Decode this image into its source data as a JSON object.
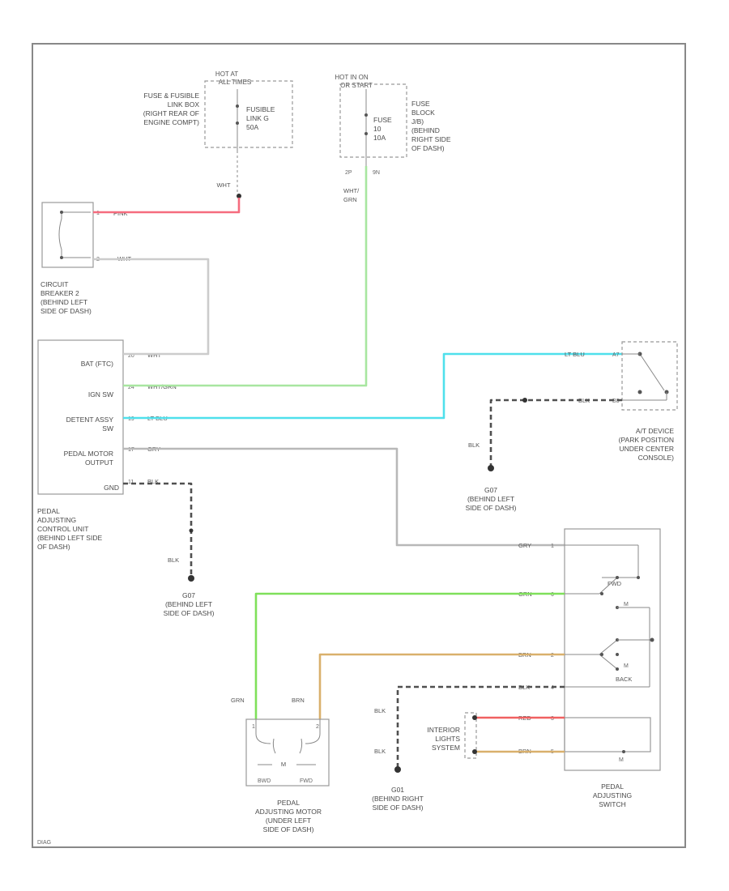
{
  "colors": {
    "pink": "#f56c7e",
    "white": "#c8c8c8",
    "wht_grn": "#a8e6a0",
    "lt_blu": "#4fe0ec",
    "gry": "#b0b0b0",
    "blk": "#505050",
    "grn": "#7fe05a",
    "brn": "#d9b06c",
    "red": "#f06060"
  },
  "labels": {
    "hot_at_top": "HOT AT",
    "hot_at_sub": "ALL TIMES",
    "fuse_link_box": [
      "FUSE & FUSIBLE",
      "LINK BOX",
      "(RIGHT REAR OF",
      "ENGINE COMPT)"
    ],
    "fusible_link": [
      "FUSIBLE",
      "LINK G",
      "50A"
    ],
    "hot_in_on_top": "HOT IN ON",
    "hot_in_on_sub": "OR START",
    "fuse_block": [
      "FUSE",
      "BLOCK",
      "J/B)",
      "(BEHIND",
      "RIGHT SIDE",
      "OF DASH)"
    ],
    "fuse_10a": [
      "FUSE",
      "10",
      "10A"
    ],
    "pin_2p": "2P",
    "pin_9n": "9N",
    "wht_grn_vert": [
      "WHT/",
      "GRN"
    ],
    "wht_top": "WHT",
    "pink": "PINK",
    "wht_cb": "WHT",
    "circuit_breaker": [
      "CIRCUIT",
      "BREAKER 2",
      "(BEHIND LEFT",
      "SIDE OF DASH)"
    ],
    "cb_pin1": "1",
    "cb_pin2": "2",
    "control_unit_rows": [
      "BAT (FTC)",
      "IGN SW",
      "DETENT ASSY",
      "SW",
      "PEDAL MOTOR",
      "OUTPUT",
      "GND"
    ],
    "cu_pins": [
      "20",
      "24",
      "19",
      "17",
      "11"
    ],
    "cu_wires": [
      "WHT",
      "WHT/GRN",
      "LT BLU",
      "GRY",
      "BLK"
    ],
    "control_unit": [
      "PEDAL",
      "ADJUSTING",
      "CONTROL UNIT",
      "(BEHIND LEFT SIDE",
      "OF DASH)"
    ],
    "blk_left": "BLK",
    "g07_left": [
      "G07",
      "(BEHIND LEFT",
      "SIDE OF DASH)"
    ],
    "lt_blu_right": "LT BLU",
    "blk_right": "BLK",
    "at_pin_a": "A7",
    "at_pin_b": "B8",
    "at_device": [
      "A/T DEVICE",
      "(PARK POSITION",
      "UNDER CENTER",
      "CONSOLE)"
    ],
    "blk_mid": "BLK",
    "g07_mid": [
      "G07",
      "(BEHIND LEFT",
      "SIDE OF DASH)"
    ],
    "gry_sw": "GRY",
    "grn_sw": "GRN",
    "brn_sw": "BRN",
    "blk_sw": "BLK",
    "red_sw": "RED",
    "brn2_sw": "BRN",
    "sw_pins": [
      "1",
      "6",
      "2",
      "4",
      "3",
      "5"
    ],
    "fwd": "FWD",
    "back": "BACK",
    "sw_m": "M",
    "pedal_switch": [
      "PEDAL",
      "ADJUSTING",
      "SWITCH"
    ],
    "interior_lights": [
      "INTERIOR",
      "LIGHTS",
      "SYSTEM"
    ],
    "blk_lower1": "BLK",
    "blk_lower2": "BLK",
    "g_right": [
      "G01",
      "(BEHIND RIGHT",
      "SIDE OF DASH)"
    ],
    "grn_motor": "GRN",
    "brn_motor": "BRN",
    "motor_pins": [
      "1",
      "2"
    ],
    "motor_m": "M",
    "motor_bwd": "BWD",
    "motor_fwd": "FWD",
    "motor": [
      "PEDAL",
      "ADJUSTING MOTOR",
      "(UNDER LEFT",
      "SIDE OF DASH)"
    ],
    "footer": "DIAG"
  }
}
